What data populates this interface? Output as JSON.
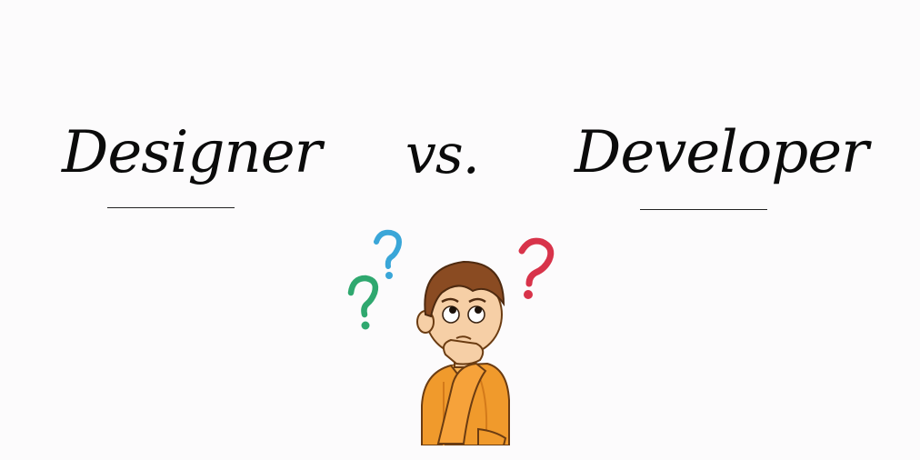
{
  "heading": {
    "left": "Designer",
    "middle": "vs.",
    "right": "Developer"
  },
  "illustration": {
    "subject": "thinking-boy-icon",
    "marks": [
      "question-mark-icon",
      "question-mark-icon",
      "question-mark-icon"
    ],
    "colors": {
      "shirt": "#f09a2c",
      "shirt_shadow": "#d37a1a",
      "hair": "#8a4b22",
      "skin": "#f6cfa6",
      "qmark_blue": "#3aa6d8",
      "qmark_green": "#2fa86f",
      "qmark_red": "#d8334a"
    }
  }
}
